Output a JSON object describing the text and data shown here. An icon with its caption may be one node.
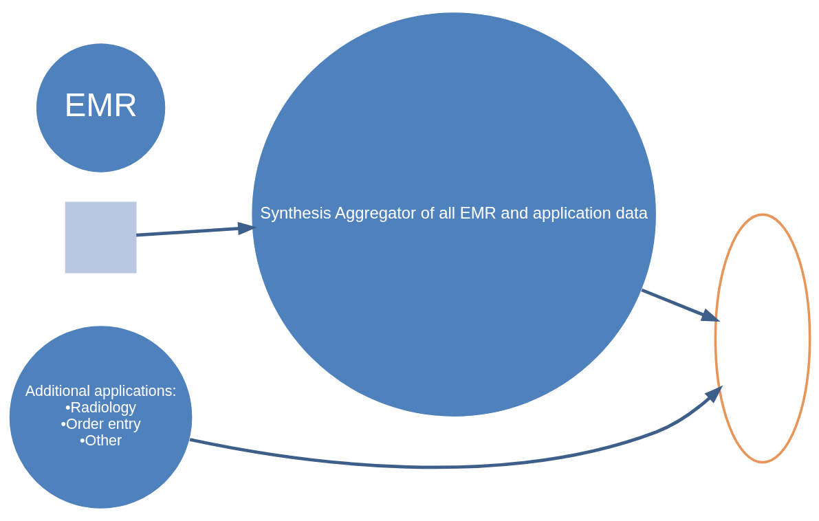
{
  "diagram": {
    "nodes": [
      {
        "text": [
          "EMR"
        ]
      },
      {
        "text": [],
        "shape": "plus"
      },
      {
        "text": [
          "Additional applications:",
          "•Radiology",
          "•Order entry",
          "•Other"
        ]
      },
      {
        "text": [
          "Synthesis Aggregator of all EMR and application data"
        ]
      },
      {
        "text": [],
        "shape": "ellipse"
      }
    ],
    "edges": [
      {
        "from": 1,
        "to": 3,
        "arrow": "to"
      },
      {
        "from": 3,
        "to": 4,
        "arrow": "to"
      },
      {
        "from": 2,
        "to": 4,
        "arrow": "to"
      }
    ]
  }
}
